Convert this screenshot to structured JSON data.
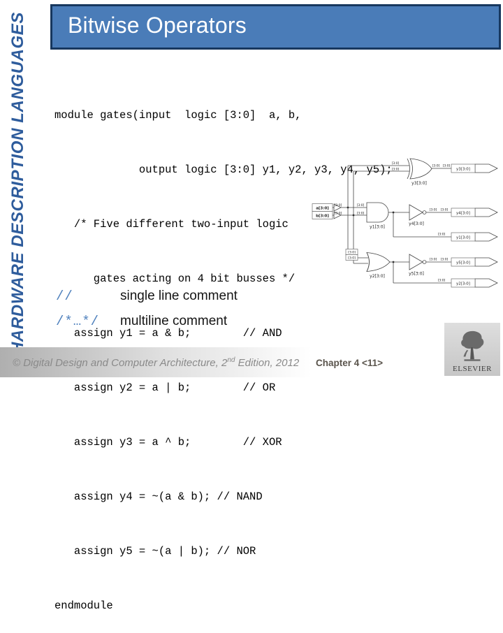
{
  "sidebar": {
    "vertical_label": "HARDWARE DESCRIPTION LANGUAGES"
  },
  "header": {
    "title": "Bitwise Operators"
  },
  "code": {
    "lines": [
      "module gates(input  logic [3:0]  a, b,",
      "             output logic [3:0] y1, y2, y3, y4, y5);",
      "   /* Five different two-input logic",
      "      gates acting on 4 bit busses */",
      "   assign y1 = a & b;        // AND",
      "   assign y2 = a | b;        // OR",
      "   assign y3 = a ^ b;        // XOR",
      "   assign y4 = ~(a & b); // NAND",
      "   assign y5 = ~(a | b); // NOR",
      "endmodule"
    ]
  },
  "legend": {
    "rows": [
      {
        "symbol": "//",
        "description": "single line comment"
      },
      {
        "symbol": "/*…*/",
        "description": "multiline comment"
      }
    ]
  },
  "diagram": {
    "bus_label": "[3:0]",
    "input_labels": [
      "a[3:0]",
      "b[3:0]"
    ],
    "gate_labels": {
      "xor": "y3[3:0]",
      "and": "y1[3:0]",
      "nand_inv": "y4[3:0]",
      "or": "y2[3:0]",
      "nor_inv": "y5[3:0]"
    },
    "output_labels": [
      "y3[3:0]",
      "y4[3:0]",
      "y1[3:0]",
      "y5[3:0]",
      "y2[3:0]"
    ]
  },
  "footer": {
    "copyright": {
      "prefix": "© Digital Design and Computer Architecture, 2",
      "sup": "nd",
      "suffix": " Edition, 2012"
    },
    "chapter": "Chapter 4 <11>",
    "logo_text": "ELSEVIER"
  },
  "colors": {
    "title_bar": "#4a7cb8",
    "title_border": "#17375e",
    "sidebar_text": "#2e5c9c",
    "accent_blue": "#4f81bd"
  }
}
